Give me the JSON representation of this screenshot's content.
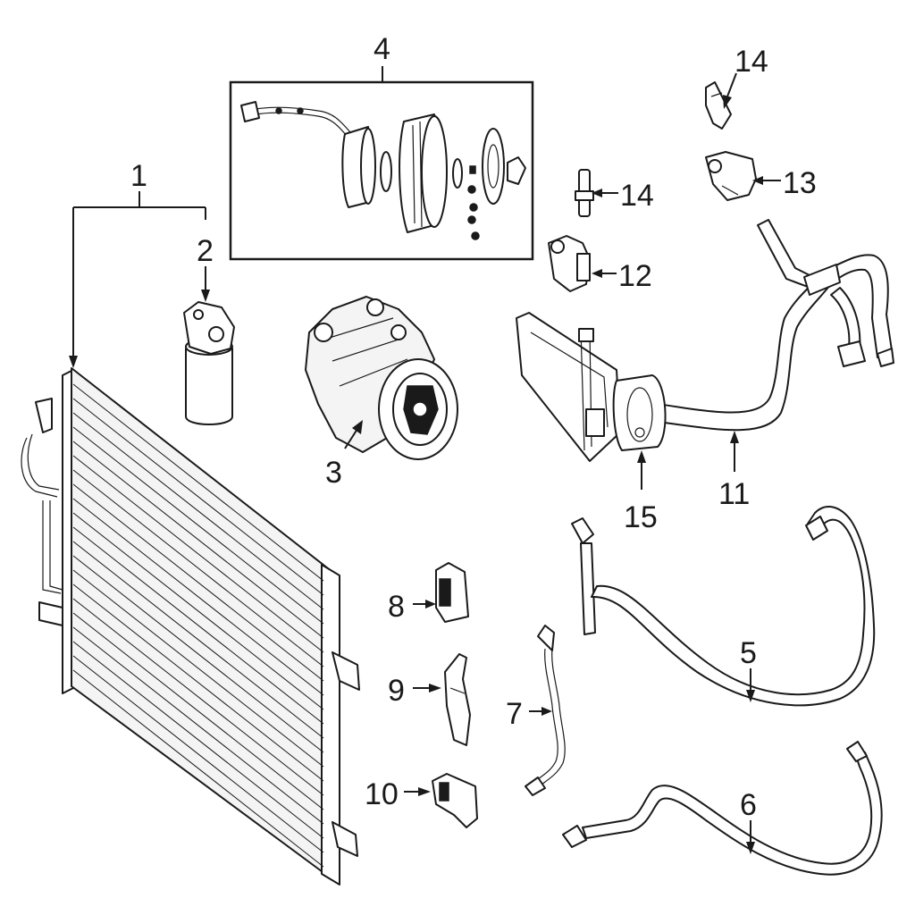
{
  "diagram": {
    "callouts": {
      "c1": "1",
      "c2": "2",
      "c3": "3",
      "c4": "4",
      "c5": "5",
      "c6": "6",
      "c7": "7",
      "c8": "8",
      "c9": "9",
      "c10": "10",
      "c11": "11",
      "c12": "12",
      "c13": "13",
      "c14a": "14",
      "c14b": "14",
      "c15": "15"
    }
  }
}
